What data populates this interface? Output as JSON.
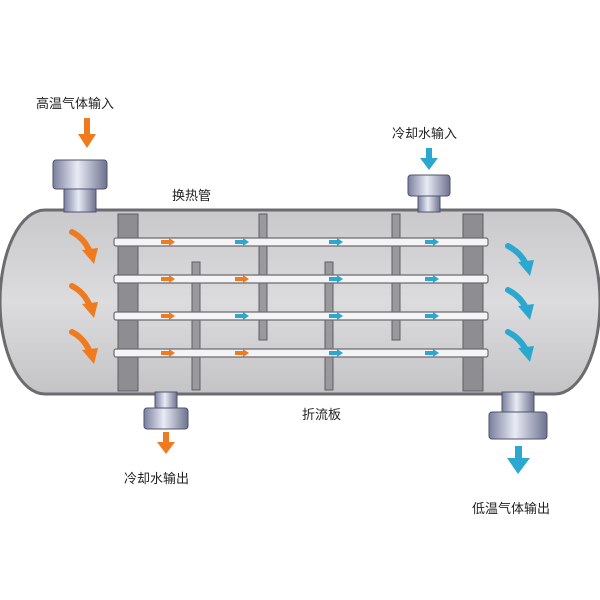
{
  "labels": {
    "hot_gas_in": "高温气体输入",
    "cooling_water_in": "冷却水输入",
    "heat_exchange_tube": "换热管",
    "baffle": "折流板",
    "cooling_water_out": "冷却水输出",
    "cool_gas_out": "低温气体输出"
  },
  "colors": {
    "hot": "#f07a1e",
    "cold": "#2ba8cf",
    "shell_fill": "#d3d3d5",
    "shell_stroke": "#6c6c70",
    "plate": "#8e8e92",
    "tube": "#f4f4f6"
  }
}
